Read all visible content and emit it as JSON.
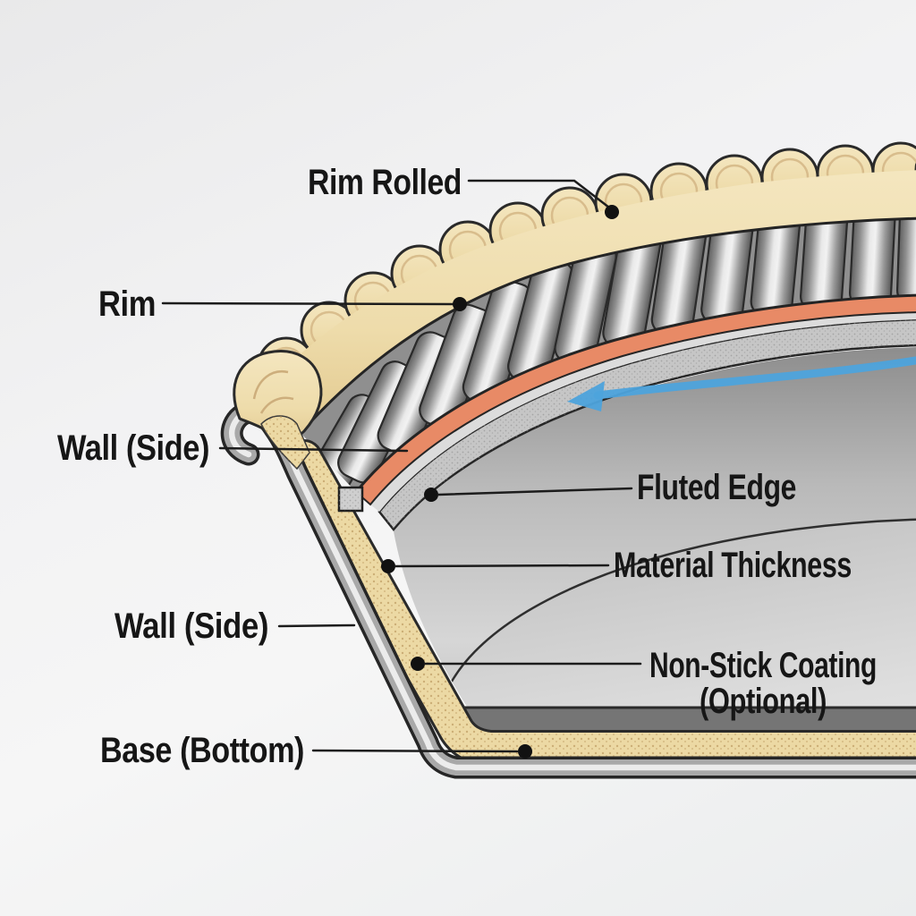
{
  "figure": {
    "kind": "cutaway-diagram",
    "labels": {
      "rim_rolled": "Rim Rolled",
      "rim": "Rim",
      "wall_side_upper": "Wall (Side)",
      "fluted_edge": "Fluted Edge",
      "material_thickness": "Material Thickness",
      "wall_side_lower": "Wall (Side)",
      "non_stick_coating_line1": "Non-Stick Coating",
      "non_stick_coating_line2": "(Optional)",
      "base_bottom": "Base (Bottom)"
    },
    "colors": {
      "background": "#f0f0f1",
      "crust_cream": "#eedcab",
      "crust_speckle_dot": "#b08a50",
      "metal_highlight": "#efefef",
      "metal_mid": "#a8a8a8",
      "metal_dark": "#636363",
      "coating_salmon": "#e88a66",
      "stipple_gray": "#c6c6c6",
      "interior_silver": "#d8d8d8",
      "arrow_blue": "#4da3dc",
      "label_text": "#161616",
      "leader_line": "#1c1c1c"
    }
  }
}
